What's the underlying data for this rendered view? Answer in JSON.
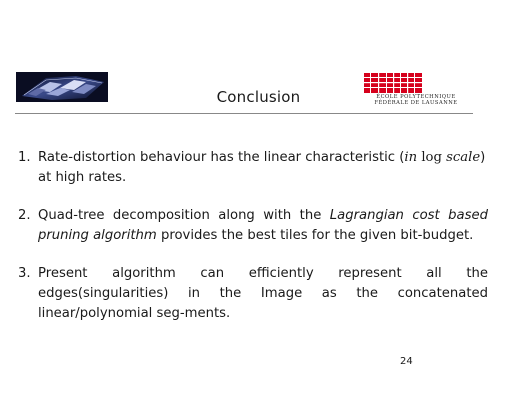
{
  "slide": {
    "title": "Conclusion",
    "page_number": "24",
    "logo": {
      "mark": "EPFL",
      "line1": "ÉCOLE POLYTECHNIQUE",
      "line2": "FÉDÉRALE DE LAUSANNE",
      "accent_color": "#d6001c"
    },
    "items": [
      {
        "number": "1.",
        "text_before": "Rate-distortion behaviour has the linear characteristic (",
        "math_in": "in",
        "math_log": "log",
        "math_scale": "scale",
        "text_after": ")",
        "line2": "at high rates."
      },
      {
        "number": "2.",
        "text_before": "Quad-tree decomposition along with the ",
        "emph": "Lagrangian cost based pruning algorithm",
        "text_after": " provides the best tiles for the given bit-budget."
      },
      {
        "number": "3.",
        "text": "Present algorithm can efficiently represent all the edges(singularities) in the Image as the concatenated linear/polynomial seg-ments."
      }
    ]
  }
}
